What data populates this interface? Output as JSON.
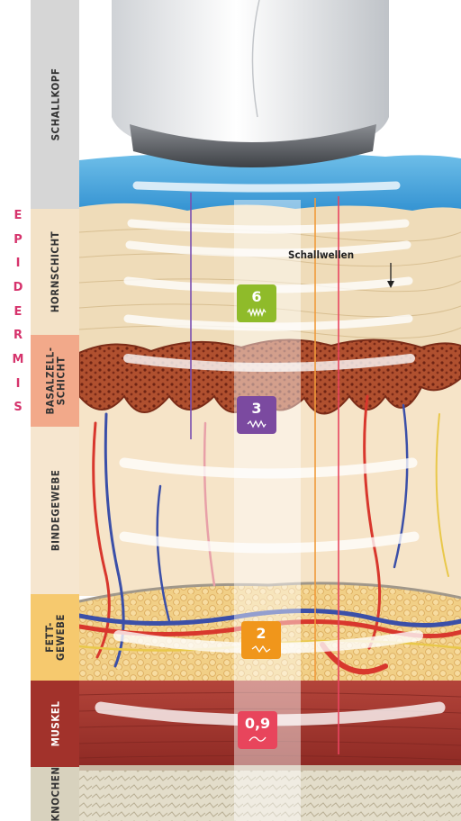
{
  "layers": [
    {
      "key": "schallkopf",
      "line1": "SCHALLKOPF",
      "line2": "",
      "color": "#d6d6d6"
    },
    {
      "key": "hornschicht",
      "line1": "HORNSCHICHT",
      "line2": "",
      "color": "#f3e2c7"
    },
    {
      "key": "basalzellschicht",
      "line1": "BASALZELL-",
      "line2": "SCHICHT",
      "color": "#f2a98a"
    },
    {
      "key": "bindegewebe",
      "line1": "BINDEGEWEBE",
      "line2": "",
      "color": "#f6e6cf"
    },
    {
      "key": "fettgewebe",
      "line1": "FETT-",
      "line2": "GEWEBE",
      "color": "#f6c96e"
    },
    {
      "key": "muskel",
      "line1": "MUSKEL",
      "line2": "",
      "color": "#a2322b"
    },
    {
      "key": "knochen",
      "line1": "KNOCHEN",
      "line2": "",
      "color": "#d8d2be"
    }
  ],
  "epidermis_label": [
    "E",
    "P",
    "I",
    "D",
    "E",
    "R",
    "M",
    "I",
    "S"
  ],
  "callout_label": "Schallwellen",
  "frequency_badges": [
    {
      "value": "6",
      "color": "#8fbb2a",
      "wave": "dense"
    },
    {
      "value": "3",
      "color": "#7b4aa0",
      "wave": "medium"
    },
    {
      "value": "2",
      "color": "#f0961b",
      "wave": "sparse"
    },
    {
      "value": "0,9",
      "color": "#e8455c",
      "wave": "single"
    }
  ],
  "colors": {
    "water": "#4aa9df",
    "skin_surface": "#ecd8b4",
    "basal_layer": "#9c3f25",
    "dermis": "#f6e4c8",
    "fat": "#f1cf86",
    "muscle": "#a3372e",
    "bone": "#d9d4c0",
    "line_purple": "#7a4fb0",
    "line_orange": "#f09a3a",
    "line_red": "#e84560"
  }
}
